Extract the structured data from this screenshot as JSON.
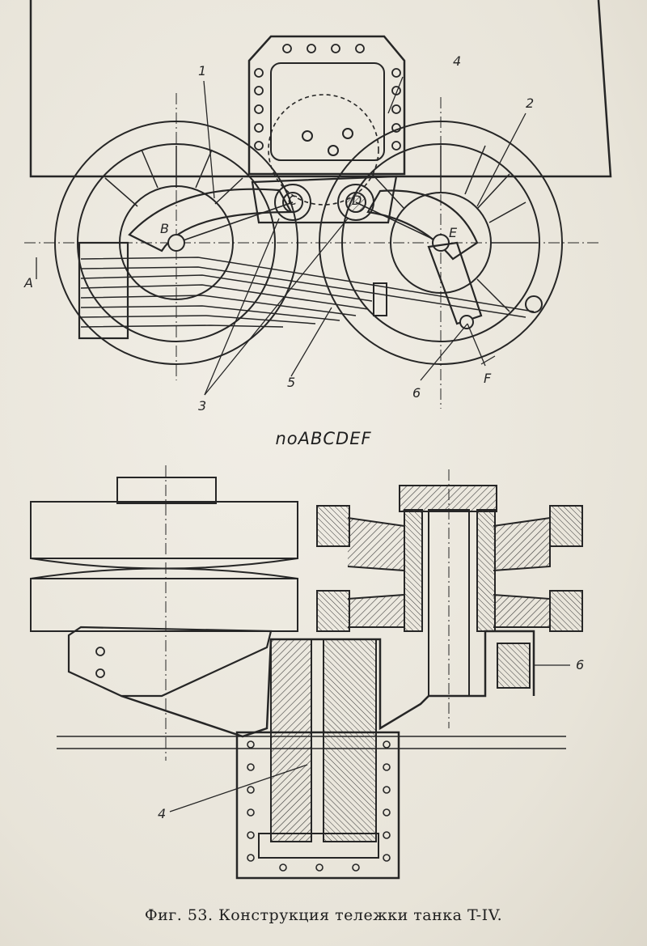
{
  "figure": {
    "caption": "Фиг. 53. Конструкция тележки танка T-IV.",
    "section_label": "noABCDEF"
  },
  "top_view": {
    "part_labels": {
      "p1": "1",
      "p2": "2",
      "p3": "3",
      "p4": "4",
      "p5": "5",
      "p6": "6"
    },
    "point_labels": {
      "a": "A",
      "b": "B",
      "c": "C",
      "d": "D",
      "e": "E",
      "f": "F"
    }
  },
  "section_view": {
    "part_labels": {
      "p4": "4",
      "p6": "6"
    }
  },
  "colors": {
    "ink": "#262626",
    "paper": "#ece9df",
    "hatch": "#3a3a3a"
  }
}
